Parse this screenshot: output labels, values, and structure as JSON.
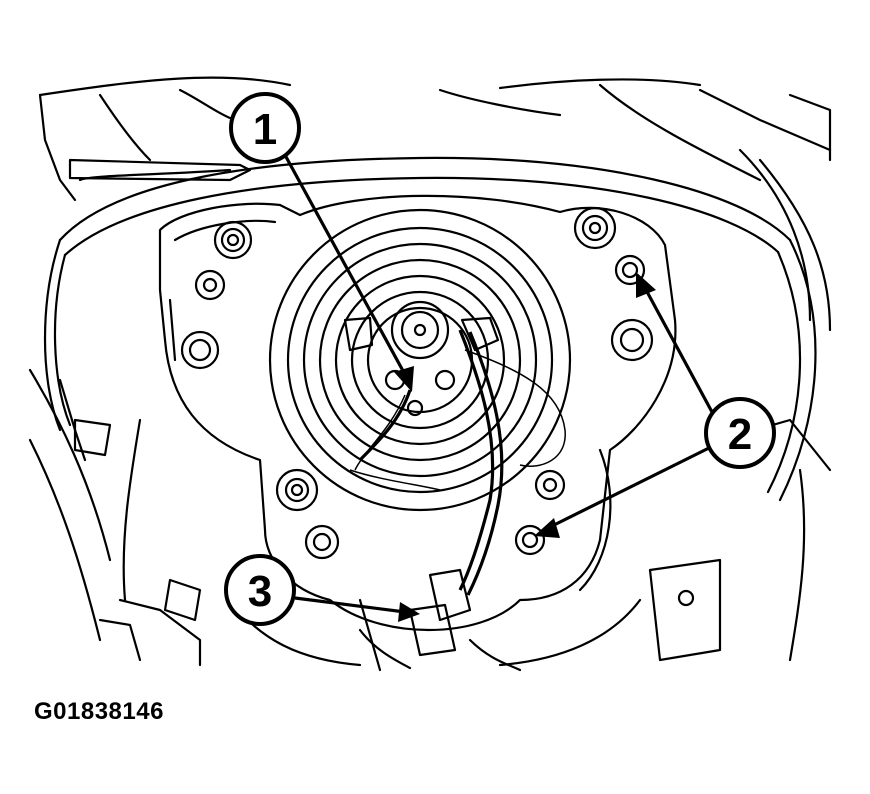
{
  "figure": {
    "id_label": "G01838146"
  },
  "callouts": [
    {
      "number": "1"
    },
    {
      "number": "2"
    },
    {
      "number": "3"
    }
  ],
  "colors": {
    "line": "#000000",
    "background": "#ffffff"
  }
}
